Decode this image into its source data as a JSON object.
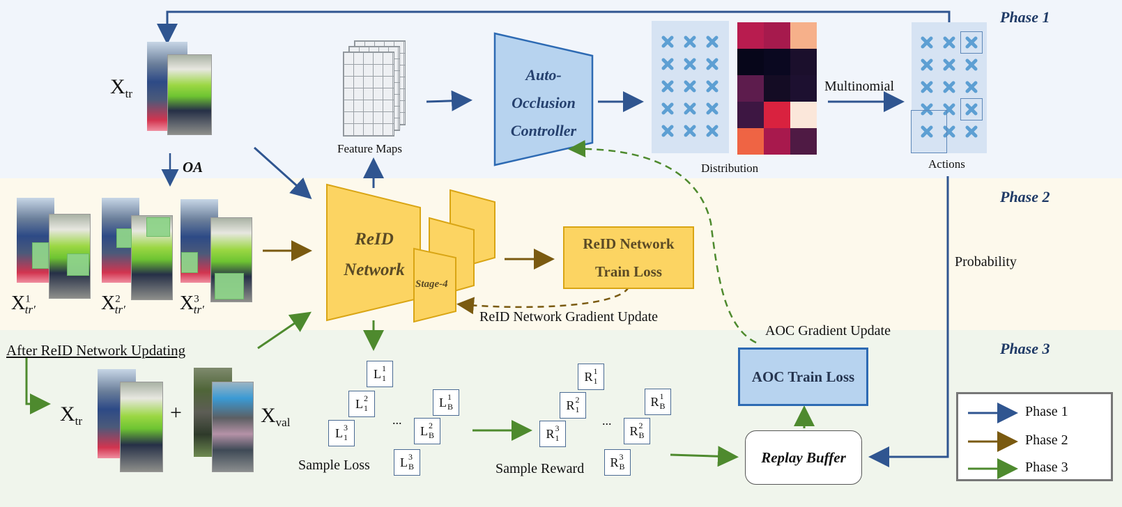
{
  "phases": {
    "phase1_title": "Phase 1",
    "phase2_title": "Phase 2",
    "phase3_title": "Phase 3"
  },
  "inputs": {
    "xtr_main": "X",
    "xtr_main_sub": "tr",
    "oa_label": "OA",
    "aug1": "X",
    "aug1_sup": "1",
    "aug1_sub": "tr′",
    "aug2": "X",
    "aug2_sup": "2",
    "aug2_sub": "tr′",
    "aug3": "X",
    "aug3_sup": "3",
    "aug3_sub": "tr′"
  },
  "modules": {
    "feature_maps": "Feature Maps",
    "aoc_line1": "Auto-",
    "aoc_line2": "Occlusion",
    "aoc_line3": "Controller",
    "distribution": "Distribution",
    "multinomial": "Multinomial",
    "actions": "Actions",
    "probability": "Probability",
    "reid_line1": "ReID",
    "reid_line2": "Network",
    "stage4": "Stage-4",
    "reid_loss_line1": "ReID Network",
    "reid_loss_line2": "Train Loss",
    "reid_grad": "ReID Network Gradient Update",
    "aoc_grad": "AOC Gradient Update",
    "aoc_loss": "AOC Train Loss",
    "replay": "Replay Buffer"
  },
  "phase3": {
    "after_update": "After ReID Network Updating",
    "xtr": "X",
    "xtr_sub": "tr",
    "plus": "+",
    "xval": "X",
    "xval_sub": "val",
    "sample_loss": "Sample Loss",
    "sample_reward": "Sample Reward",
    "ellipsis": "..."
  },
  "loss_tokens": [
    {
      "base": "L",
      "sup": "1",
      "sub": "1"
    },
    {
      "base": "L",
      "sup": "2",
      "sub": "1"
    },
    {
      "base": "L",
      "sup": "3",
      "sub": "1"
    },
    {
      "base": "L",
      "sup": "1",
      "sub": "B"
    },
    {
      "base": "L",
      "sup": "2",
      "sub": "B"
    },
    {
      "base": "L",
      "sup": "3",
      "sub": "B"
    }
  ],
  "reward_tokens": [
    {
      "base": "R",
      "sup": "1",
      "sub": "1"
    },
    {
      "base": "R",
      "sup": "2",
      "sub": "1"
    },
    {
      "base": "R",
      "sup": "3",
      "sub": "1"
    },
    {
      "base": "R",
      "sup": "1",
      "sub": "B"
    },
    {
      "base": "R",
      "sup": "2",
      "sub": "B"
    },
    {
      "base": "R",
      "sup": "3",
      "sub": "B"
    }
  ],
  "legend": [
    {
      "label": "Phase 1",
      "color": "#2f5590"
    },
    {
      "label": "Phase 2",
      "color": "#7a5a10"
    },
    {
      "label": "Phase 3",
      "color": "#4e8a2e"
    }
  ],
  "distribution_heatmap": [
    [
      "#b81c4f",
      "#a61a4d",
      "#f6b08a"
    ],
    [
      "#07061a",
      "#0a0820",
      "#1b0f2c"
    ],
    [
      "#5d1c4d",
      "#140c24",
      "#1d1030"
    ],
    [
      "#3d1642",
      "#d9223f",
      "#fbe7da"
    ],
    [
      "#ef6444",
      "#a8194d",
      "#4f1a44"
    ]
  ],
  "colors": {
    "phase1_band": "#f1f5fb",
    "phase2_band": "#fdf9ec",
    "phase3_band": "#f0f5ec",
    "cross": "#5d9fd3"
  }
}
